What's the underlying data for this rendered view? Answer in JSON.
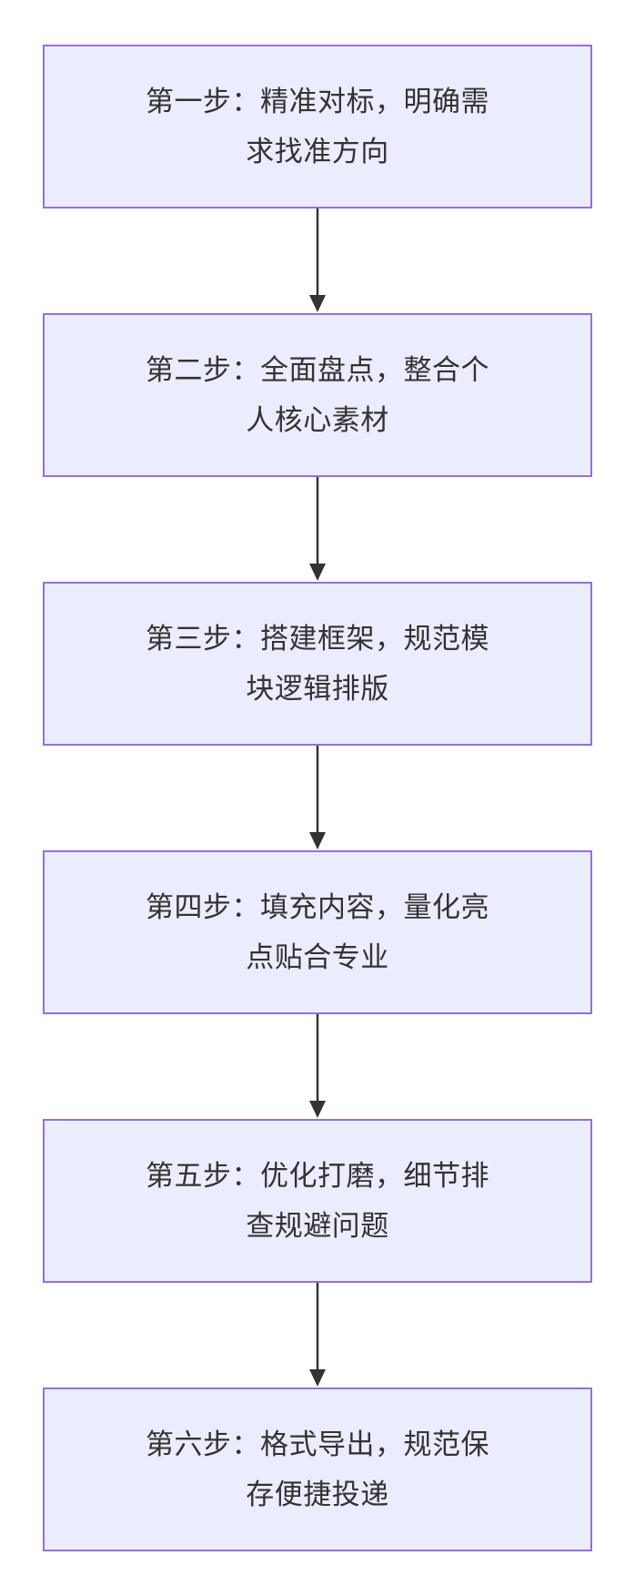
{
  "flowchart": {
    "type": "flowchart",
    "direction": "top-down",
    "colors": {
      "background": "#FFFFFF",
      "node_fill": "#ECECFF",
      "node_border": "#9370DB",
      "text": "#333333",
      "arrow": "#333333"
    },
    "nodes": [
      {
        "id": "step1",
        "text": "第一步：精准对标，明确需求找准方向",
        "lines": [
          "第一步：精准对标，明确需",
          "求找准方向"
        ]
      },
      {
        "id": "step2",
        "text": "第二步：全面盘点，整合个人核心素材",
        "lines": [
          "第二步：全面盘点，整合个",
          "人核心素材"
        ]
      },
      {
        "id": "step3",
        "text": "第三步：搭建框架，规范模块逻辑排版",
        "lines": [
          "第三步：搭建框架，规范模",
          "块逻辑排版"
        ]
      },
      {
        "id": "step4",
        "text": "第四步：填充内容，量化亮点贴合专业",
        "lines": [
          "第四步：填充内容，量化亮",
          "点贴合专业"
        ]
      },
      {
        "id": "step5",
        "text": "第五步：优化打磨，细节排查规避问题",
        "lines": [
          "第五步：优化打磨，细节排",
          "查规避问题"
        ]
      },
      {
        "id": "step6",
        "text": "第六步：格式导出，规范保存便捷投递",
        "lines": [
          "第六步：格式导出，规范保",
          "存便捷投递"
        ]
      }
    ],
    "edges": [
      {
        "from": "step1",
        "to": "step2",
        "style": "arrow-down"
      },
      {
        "from": "step2",
        "to": "step3",
        "style": "arrow-down"
      },
      {
        "from": "step3",
        "to": "step4",
        "style": "arrow-down"
      },
      {
        "from": "step4",
        "to": "step5",
        "style": "arrow-down"
      },
      {
        "from": "step5",
        "to": "step6",
        "style": "arrow-down"
      }
    ]
  }
}
